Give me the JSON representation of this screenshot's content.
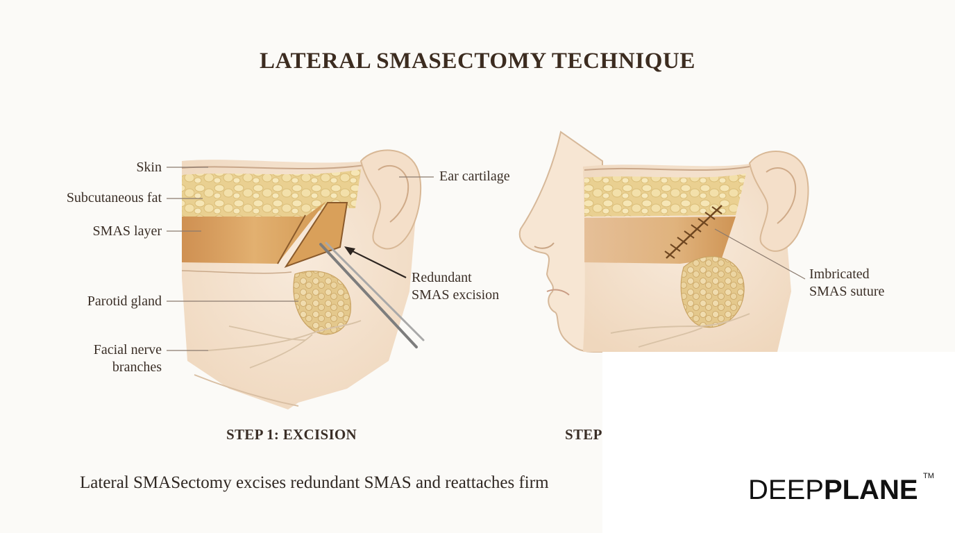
{
  "title": "LATERAL SMASECTOMY TECHNIQUE",
  "labels": {
    "skin": "Skin",
    "subcutaneous_fat": "Subcutaneous fat",
    "smas_layer": "SMAS layer",
    "parotid_gland": "Parotid gland",
    "facial_nerve_1": "Facial nerve",
    "facial_nerve_2": "branches",
    "ear_cartilage": "Ear cartilage",
    "redundant_1": "Redundant",
    "redundant_2": "SMAS excision",
    "imbricated_1": "Imbricated",
    "imbricated_2": "SMAS suture"
  },
  "steps": {
    "step1": "STEP 1: EXCISION",
    "step2_partial": "STEP"
  },
  "caption": "Lateral SMASectomy excises redundant SMAS and reattaches firm",
  "logo": {
    "light": "DEEP",
    "bold": "PLANE",
    "tm": "TM"
  },
  "colors": {
    "background": "#fbfaf7",
    "skin": "#f4e3cf",
    "fat": "#f1dca0",
    "smas": "#d9a561",
    "parotid": "#e8cf9a",
    "text": "#3a2e26"
  }
}
